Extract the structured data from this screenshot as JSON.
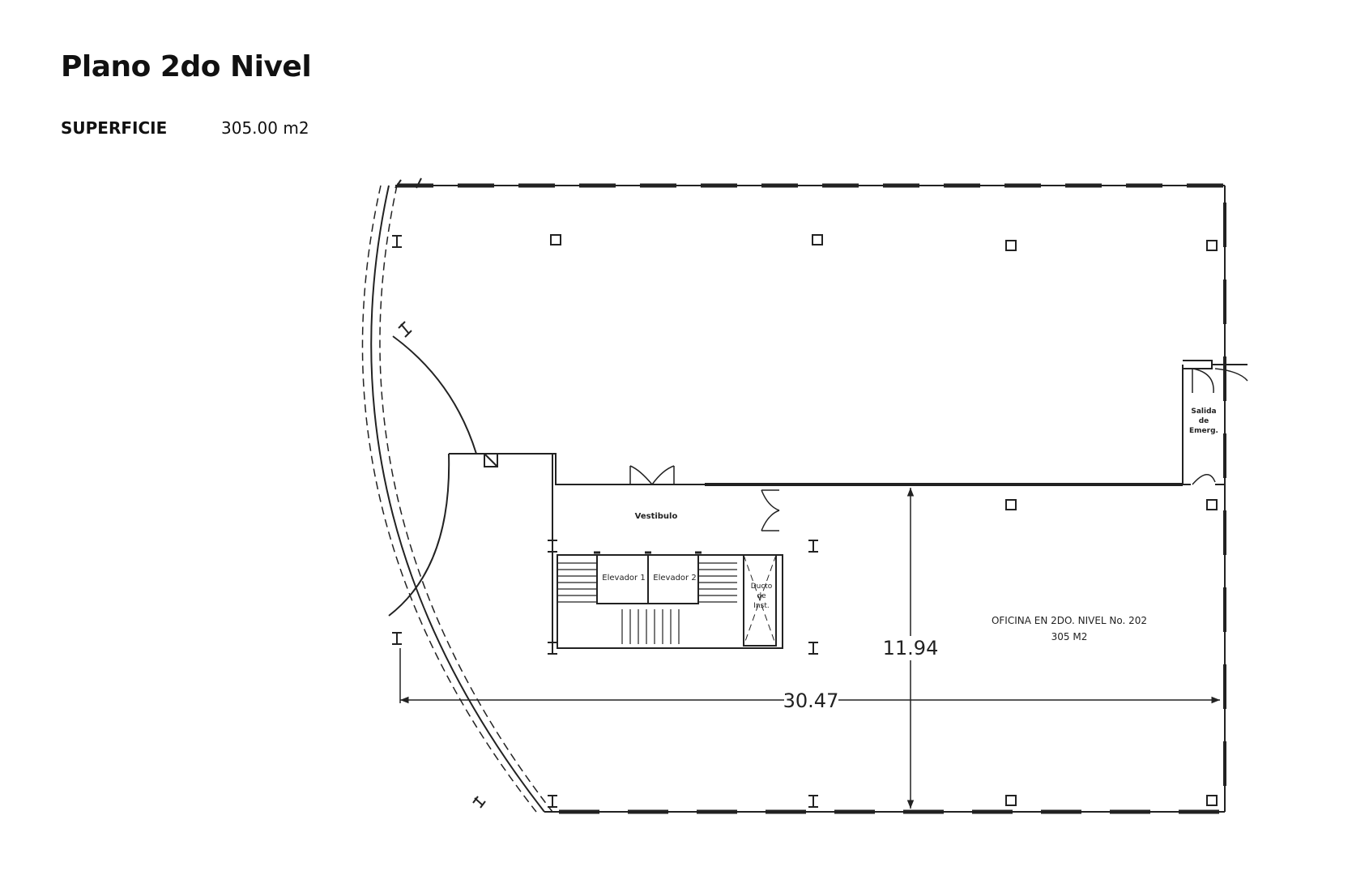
{
  "header": {
    "title": "Plano 2do Nivel",
    "area_label": "SUPERFICIE",
    "area_value": "305.00 m2"
  },
  "plan": {
    "rooms": {
      "vestibulo": "Vestibulo",
      "elevator_1": "Elevador 1",
      "elevator_2": "Elevador 2",
      "duct_line1": "Ducto",
      "duct_line2": "de",
      "duct_line3": "Inst.",
      "exit_line1": "Salida",
      "exit_line2": "de",
      "exit_line3": "Emerg.",
      "office_name": "OFICINA EN 2DO. NIVEL No. 202",
      "office_area": "305 M2"
    },
    "dimensions": {
      "width": "30.47",
      "depth": "11.94"
    }
  }
}
